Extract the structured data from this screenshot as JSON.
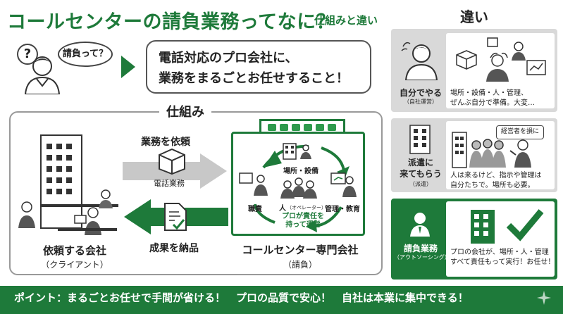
{
  "header": {
    "title": "コールセンターの請負業務ってなに？",
    "subtitle": "仕組みと違い",
    "diff_heading": "違い"
  },
  "intro": {
    "question_mark": "?",
    "question_bubble": "請負って？",
    "answer_line1": "電話対応のプロ会社に、",
    "answer_line2": "業務をまるごとお任せすること！"
  },
  "mechanism": {
    "heading": "仕組み",
    "client_label": "依頼する会社",
    "client_sub": "（クライアント）",
    "request_label": "業務を依頼",
    "phone_label": "電話業務",
    "deliver_label": "成果を納品",
    "company_label": "コールセンター専門会社",
    "company_sub": "（請負）",
    "center_labels": {
      "place": "場所・設備",
      "role": "職責",
      "people": "人",
      "people_sub": "（オペレーター）",
      "manage": "管理・教育",
      "pro_text_line1": "プロが責任を",
      "pro_text_line2": "持って運営"
    }
  },
  "differences": [
    {
      "label": "自分でやる",
      "sub": "（自社運営）",
      "desc_line1": "場所・設備・人・管理、",
      "desc_line2": "ぜんぶ自分で準備。大変…"
    },
    {
      "label_line1": "派遣に",
      "label_line2": "来てもらう",
      "sub": "（派遣）",
      "bubble": "経営者を損に",
      "desc_line1": "人は来るけど、指示や管理は",
      "desc_line2": "自分たちで。場所も必要。"
    },
    {
      "label": "請負業務",
      "sub": "（アウトソーシング）",
      "desc_line1": "プロの会社が、場所・人・管理",
      "desc_line2": "すべて責任もって実行！お任せ！"
    }
  ],
  "footer": {
    "text": "ポイント：まるごとお任せで手間が省ける！　プロの品質で安心！　自社は本業に集中できる！"
  },
  "colors": {
    "accent": "#1e7a3a",
    "card_gray": "#d9d9d9",
    "arrow_gray": "#c8c8c8"
  }
}
